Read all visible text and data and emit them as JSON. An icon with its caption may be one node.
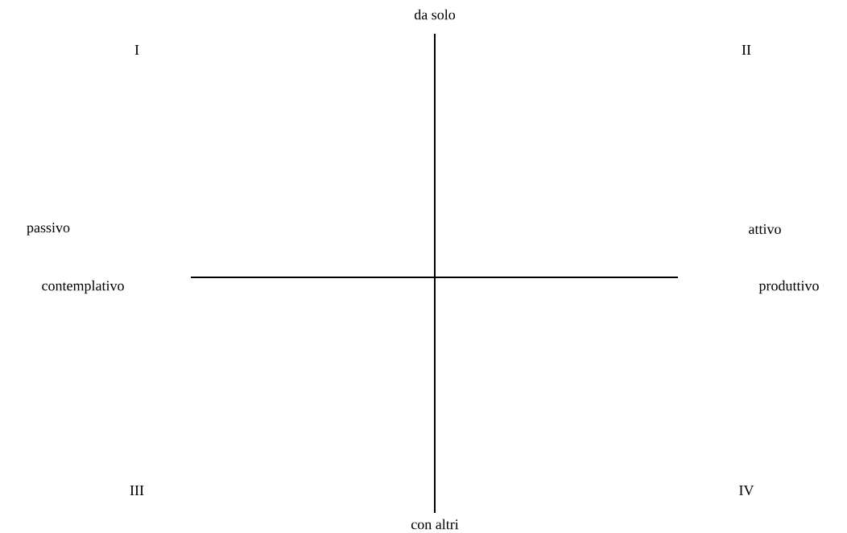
{
  "diagram": {
    "labels": [
      "da solo",
      "I",
      "II",
      "passivo",
      "attivo",
      "contemplativo",
      "produttivo",
      "III",
      "IV",
      "con altri"
    ]
  }
}
